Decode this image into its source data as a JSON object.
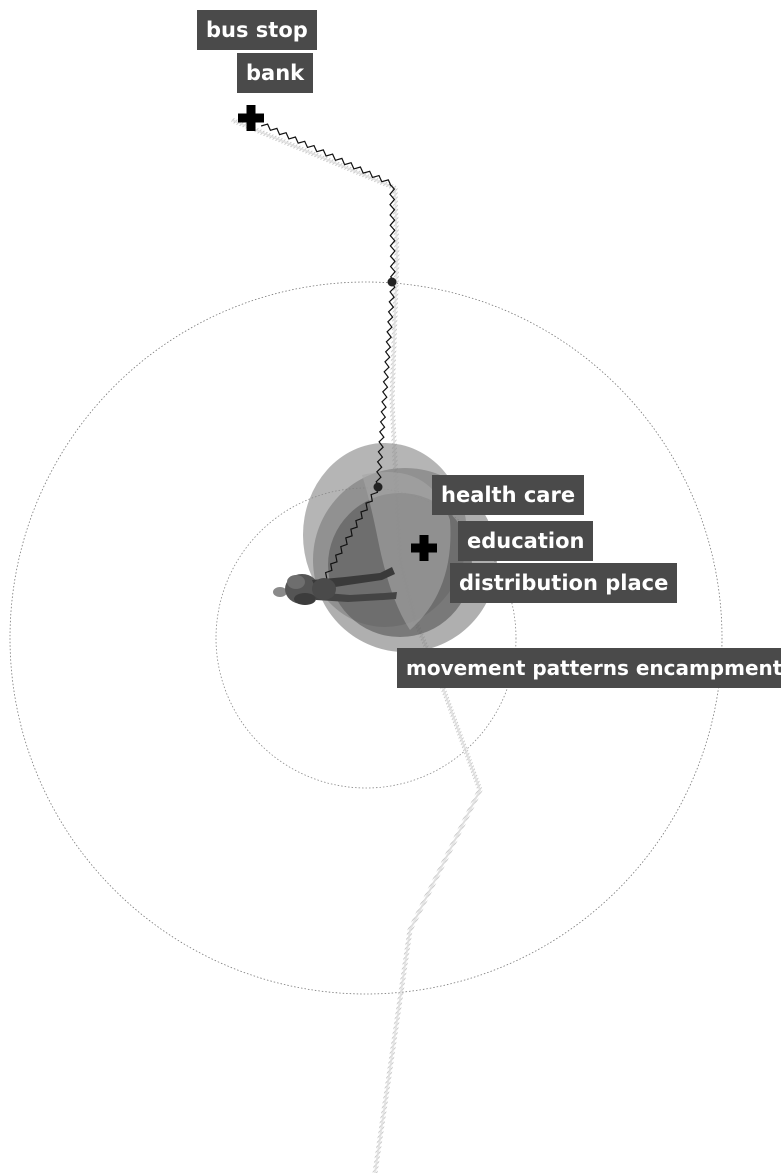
{
  "labels": {
    "bus_stop": "bus stop",
    "bank": "bank",
    "health_care": "health care",
    "education": "education",
    "distribution_place": "distribution place",
    "movement_patterns": "movement patterns encampment"
  },
  "icons": {
    "facility_marker": "plus-icon",
    "person": "walking-person-icon"
  },
  "colors": {
    "label_background": "#4a4a4a",
    "label_text": "#ffffff",
    "zone_fill": "#5a5a5a",
    "path_dark": "#111111",
    "path_light": "#cccccc",
    "marker": "#000000"
  }
}
